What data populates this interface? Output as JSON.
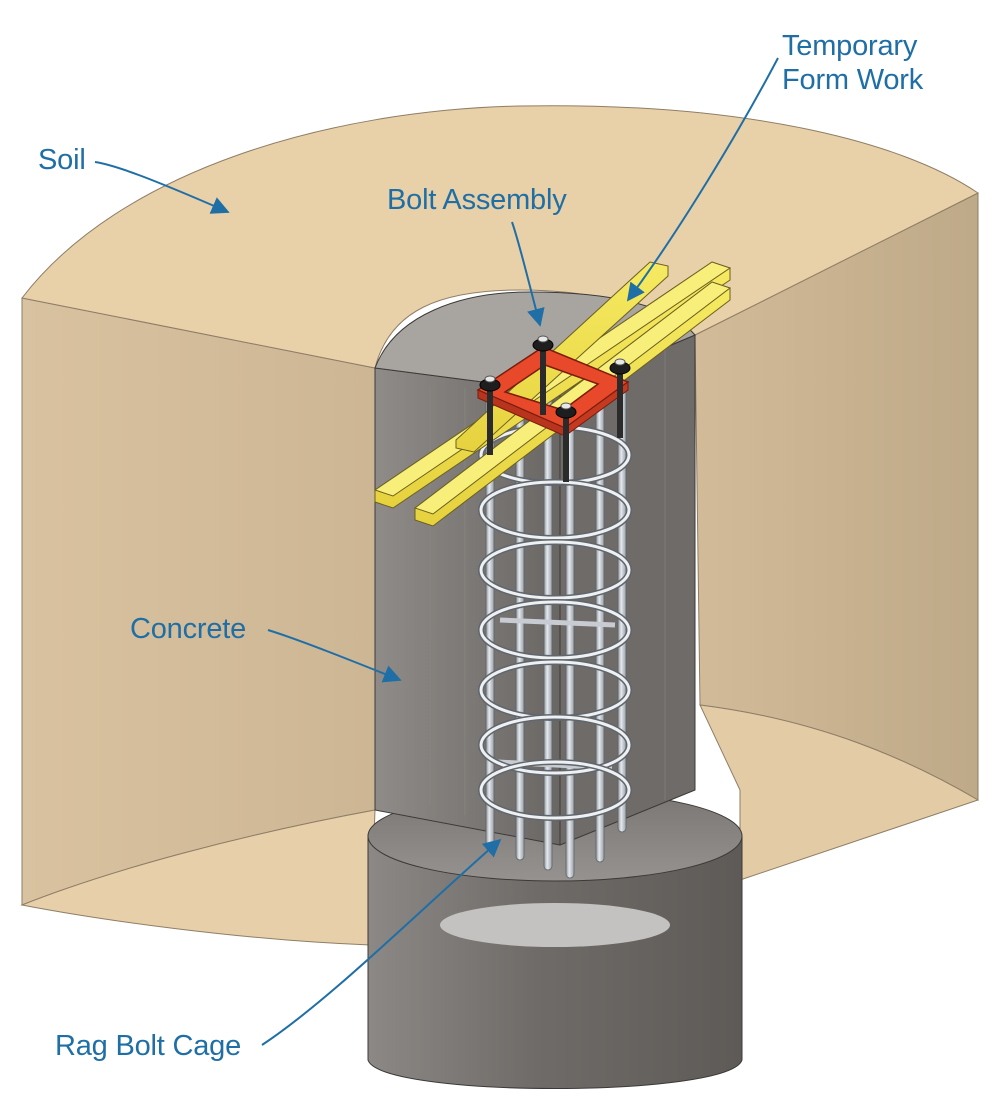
{
  "labels": {
    "soil": "Soil",
    "bolt_assembly": "Bolt Assembly",
    "temporary_line1": "Temporary",
    "temporary_line2": "Form Work",
    "concrete": "Concrete",
    "rag_bolt_cage": "Rag Bolt Cage"
  },
  "colors": {
    "label_text": "#1f6fa6",
    "leader_line": "#1f6fa6",
    "soil_top": "#e8d0a8",
    "soil_side": "#dcc6a3",
    "concrete": "#7c7875",
    "form_work": "#f0e050",
    "bolt_plate": "#e8492a",
    "rebar": "#c8ccd2"
  }
}
